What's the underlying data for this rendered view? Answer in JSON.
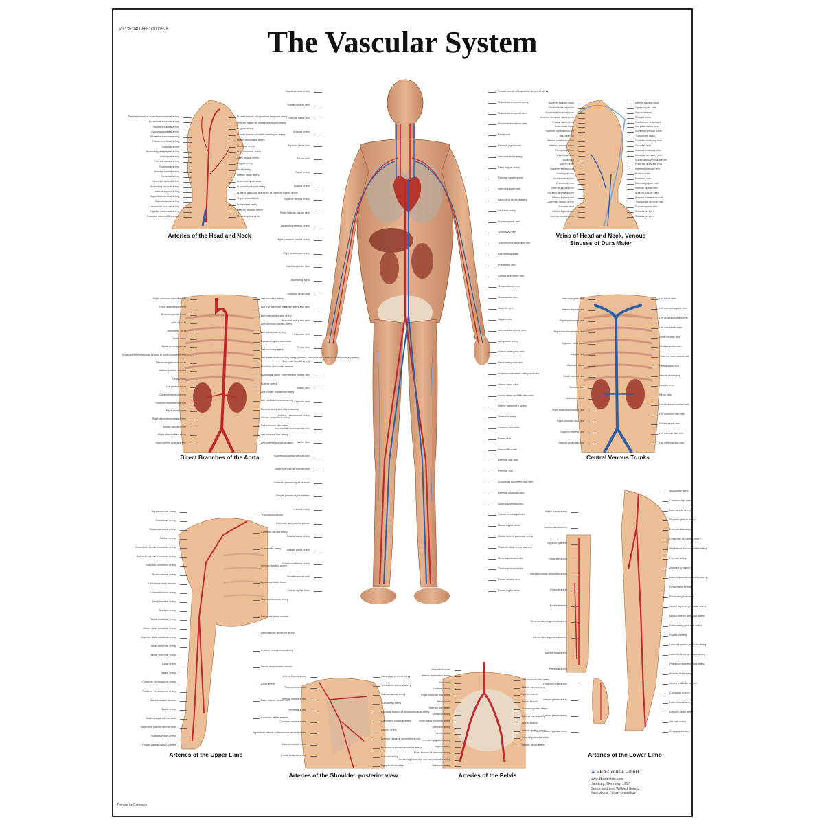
{
  "poster": {
    "code": "VR1353/4006681/1001528",
    "title": "The Vascular System",
    "printed": "Printed in Germany",
    "brand": "3B Scientific GmbH",
    "footer_lines": [
      "www.3bscientific.com",
      "Hamburg, Germany, 1997",
      "Design and text: Wilfried Hennig",
      "Illustrations: Holger Vanselow"
    ]
  },
  "panels": {
    "head_neck": {
      "caption": "Arteries of the Head and Neck",
      "labels_left": [
        "Parietal branch of superficial temporal artery",
        "Superficial temporal artery",
        "Middle temporal artery",
        "Zygomaticoorbital artery",
        "Posterior auricular artery",
        "Transverse facial artery",
        "Occipital artery",
        "Ascending pharyngeal artery",
        "Sublingual artery",
        "External carotid artery",
        "Submental artery",
        "Internal carotid artery",
        "Vertebral artery",
        "Common carotid artery",
        "Ascending cervical artery",
        "Inferior thyroid artery",
        "Superficial cervical artery",
        "Suprascapular artery",
        "Transverse cervical artery",
        "Highest intercostal artery",
        "Posterior intercostal arteries"
      ],
      "labels_right": [
        "Frontal branch of superficial temporal artery",
        "Parietal branch of middle meningeal artery",
        "Angular artery",
        "Frontal branch of middle meningeal artery",
        "Middle meningeal artery",
        "Maxillary artery",
        "Superior labial artery",
        "Deep lingual artery",
        "Lingual artery",
        "Facial artery",
        "Inferior labial artery",
        "Superior thyroid artery",
        "Superior laryngeal artery",
        "Anterior glandular branches of superior thyroid artery",
        "Thyrocervical trunk",
        "Subclavian artery",
        "Internal thoracic artery",
        "Mammary branches"
      ]
    },
    "veins_head": {
      "caption_lines": [
        "Veins of Head and Neck, Venous",
        "Sinuses of Dura Mater"
      ],
      "labels_left": [
        "Superior sagittal sinus",
        "Parietal emissary vein",
        "Superficial temporal vein",
        "Anterior temporal diploic vein",
        "Frontal diploic vein",
        "Cavernous sinus",
        "Superior ophthalmic vein",
        "Angular vein",
        "Inferior ophthalmic vein",
        "Inferior petrosal sinus",
        "Pterygoid plexus",
        "Deep facial vein",
        "Facial vein",
        "Vagus nerve",
        "Superior thyroid vein",
        "Sublingual vein",
        "Inferior labial vein",
        "Submental vein",
        "Internal jugular vein",
        "Superior laryngeal vein",
        "Inferior thyroid vein",
        "Common carotid artery",
        "Thoracic duct",
        "Inferior thyroid vein",
        "Internal thoracic vein"
      ],
      "labels_right": [
        "Inferior sagittal sinus",
        "Upper jugular bulb",
        "Sigmoid sinus",
        "Straight sinus",
        "Confluence of sinuses",
        "Occipital diploic vein",
        "Superior petrosal sinus",
        "Transverse sinus",
        "Occipital emissary vein",
        "Occipital vein",
        "Mastoid emissary vein",
        "Condylar emissary vein",
        "Suboccipital venous plexus",
        "Posterior auricular vein",
        "Retromandibular vein",
        "Pulvinar vein",
        "Posterior vein",
        "External jugular vein",
        "Internal jugular vein",
        "Anterior jugular vein",
        "Anterior scalene muscle",
        "Transverse cervical vein",
        "Suprascapular vein",
        "Subclavian vein",
        "Subclavian vein"
      ]
    },
    "aorta": {
      "caption": "Direct Branches of the Aorta",
      "labels_left": [
        "Right common carotid artery",
        "Right subclavian artery",
        "Brachiocephalic trunk",
        "Arch of aorta",
        "Ascending aorta",
        "Aortic valve",
        "Right coronary artery",
        "Posterior interventricular branch of right coronary artery",
        "Descending thoracic aorta",
        "Inferior phrenic arteries",
        "Celiac trunk",
        "Left gastric artery",
        "Common hepatic artery",
        "Superior mesenteric artery",
        "Right renal artery",
        "Right testicular/ovarian artery",
        "Middle sacral artery",
        "Right internal iliac artery",
        "Right inferior gluteal artery"
      ],
      "labels_right": [
        "Left vertebral artery",
        "Left thyrocervical trunk",
        "Left internal thoracic artery",
        "Left common carotid artery",
        "Left subclavian artery",
        "Descending thoracic aorta",
        "Left coronary artery",
        "Left anterior descending artery (anterior interventricular branch of left coronary artery)",
        "Posterior intercostal arteries",
        "Abdominal aorta",
        "Splenic artery",
        "Left middle suprarenal artery",
        "Left testicular/ovarian artery",
        "Second artery and iliac branches",
        "Inferior mesenteric artery",
        "Left common iliac artery",
        "Left external iliac artery",
        "Left internal pudendal artery"
      ]
    },
    "venous_trunks": {
      "caption": "Central Venous Trunks",
      "labels_left": [
        "Internal jugular vein",
        "Inferior thyroid vein",
        "Right subclavian vein",
        "Right brachiocephalic vein",
        "Superior vena cava",
        "Azygos vein",
        "Coronary sinus",
        "Small cardiac vein",
        "Thoracic duct",
        "Abdominal aorta",
        "Right testicular/ovarian vein",
        "Right common iliac vein",
        "Superior gluteal vein",
        "Internal pudendal vein"
      ],
      "labels_right": [
        "Left facial vein",
        "Left internal jugular vein",
        "Left brachiocephalic vein",
        "Left subclavian vein",
        "Great cardiac vein",
        "Middle cardiac vein",
        "Posterior intercostal veins",
        "Hemiazygos vein",
        "Inferior vena cava",
        "Hepatic vein",
        "Renal vein",
        "Left testicular/ovarian vein",
        "Left common iliac vein",
        "Middle sacral vein",
        "Left internal iliac vein",
        "Left external iliac vein"
      ]
    },
    "upper_limb": {
      "caption": "Arteries of the Upper Limb",
      "labels_left": [
        "Suprascapular artery",
        "Subclavian artery",
        "Thoracoacromial artery",
        "Axillary artery",
        "Posterior humeral circumflex artery",
        "Anterior humeral circumflex artery",
        "Scapular circumflex artery",
        "Thoracodorsal artery",
        "Latissimus dorsi muscle",
        "Lateral thoracic artery",
        "Deep brachial artery",
        "Brachial artery",
        "Radial collateral artery",
        "Inferior ulnar collateral artery",
        "Superior ulnar collateral artery",
        "Ulnar recurrent artery",
        "Radial recurrent artery",
        "Ulnar artery",
        "Radial artery",
        "Common interosseous artery",
        "Posterior interosseous artery",
        "Brachioradialis muscle",
        "Radial artery",
        "Dorsal carpal arterial arch",
        "Superficial palmar arterial arch",
        "Radialis indicis artery",
        "Proper palmar digital arteries"
      ],
      "labels_right": [
        "Thyrocervical trunk",
        "Common carotid artery",
        "Subclavian artery",
        "Internal thoracic artery",
        "Brachiocephalic trunk",
        "Superior thoracic artery",
        "Pectoralis minor muscle",
        "Interosseous recurrent artery",
        "Anterior interosseous artery",
        "Flexor carpi ulnaris muscle",
        "Ulnar artery",
        "Deep palmar arterial arch",
        "Common digital arteries"
      ]
    },
    "shoulder": {
      "caption": "Arteries of the Shoulder, posterior view",
      "labels_left": [
        "Inferior thyroid artery",
        "Thyrocervical trunk",
        "Internal carotid artery",
        "Vertebral artery",
        "Common carotid artery",
        "Superficial branch of transverse cervical artery",
        "Brachiocephalic trunk",
        "Dorsal scapular artery"
      ],
      "labels_right": [
        "Ascending cervical artery",
        "Transverse cervical artery",
        "Suprascapular artery",
        "Subclavian artery",
        "Acromial branch of thoracoacromial artery",
        "Circumflex scapular artery",
        "Axillary artery",
        "Anterior humeral circumflex artery",
        "Posterior humeral circumflex artery",
        "Brachial artery",
        "Deep brachial artery"
      ]
    },
    "pelvis": {
      "caption": "Arteries of the Pelvis",
      "labels_left": [
        "Abdominal aorta",
        "Inferior mesenteric artery",
        "Iliac trunk",
        "Lumbar branch",
        "Right common iliac artery",
        "Iliac branch",
        "Internal iliac artery",
        "Umbilical artery",
        "Deep iliac circumflex artery",
        "Obturator artery",
        "Uterine artery",
        "Inferior epigastric artery",
        "Vaginal artery",
        "Pubic branch of obturator artery",
        "Ascending branch of internal pudendal artery",
        "Obturator artery"
      ],
      "labels_right": [
        "Left common iliac artery",
        "Middle sacral artery",
        "Spinal branch",
        "Sacral branch",
        "Superior gluteal artery",
        "Lateral sacral artery",
        "Spinal branch",
        "Inferior gluteal artery",
        "Internal pudendal artery",
        "Inferior rectal artery"
      ]
    },
    "lower_limb": {
      "caption": "Arteries of the Lower Limb",
      "labels_left": [
        "Middle sacral artery",
        "Lateral sacral artery",
        "Inguinal ligament",
        "Obturator artery",
        "Medial femoral circumflex artery",
        "Femoral artery",
        "Popliteal artery",
        "Superior lateral genicular artery",
        "Inferior lateral genicular artery",
        "Anterior tibial artery",
        "Peroneal artery",
        "Posterior tibial artery",
        "Medial plantar artery",
        "Lateral plantar artery",
        "Proper plantar digital arteries"
      ],
      "labels_right": [
        "Abdominal aorta",
        "Common iliac artery",
        "Internal iliac artery",
        "Superior gluteal artery",
        "External iliac artery",
        "Deep iliac circumflex artery",
        "Superficial iliac circumflex artery",
        "Femoral artery",
        "Ascending branch",
        "Lateral femoral circumflex artery",
        "Descending branch",
        "Perforating branches",
        "Medial superior genicular artery",
        "Medial inferior genicular artery",
        "Descending genicular artery",
        "Popliteal artery",
        "Lateral superior genicular artery",
        "Lateral inferior genicular artery",
        "Posterior recurrent tibial artery",
        "Anterior tibial artery",
        "Medial malleolar branch",
        "Calcaneal branch",
        "Lateral tarsal artery",
        "Dorsalis pedis artery",
        "Arcuate artery",
        "Deep plantar arch"
      ]
    },
    "center": {
      "labels_left": [
        "Supratrochlear artery",
        "Supratrochlear vein",
        "External nasal vein",
        "Angular artery",
        "Superior labial vein",
        "Facial vein",
        "Facial artery",
        "Lingual artery",
        "Superior thyroid artery",
        "Right internal jugular vein",
        "Ascending cervical artery",
        "Right common carotid artery",
        "Right subclavian artery",
        "Brachiocephalic vein",
        "Ascending aorta",
        "Superior vena cava",
        "Axillary artery and vein",
        "Brachial artery and vein",
        "Cephalic vein",
        "Portal vein",
        "Common hepatic artery",
        "Intermediate cubital vein",
        "Basilic vein",
        "Cephalic vein",
        "Anterior interosseous artery",
        "Intermediate antebrachial vein",
        "Basilic vein",
        "Superficial palmar venous arch",
        "Superficial palmar arterial arch",
        "Common palmar digital arteries",
        "Proper palmar digital arteries",
        "Femoral artery",
        "Genicular and patellar plexus",
        "Lateral tarsal artery",
        "Dorsalis pedis artery",
        "Dorsal metatarsal artery",
        "Dorsal venous arch",
        "Dorsal digital veins"
      ],
      "labels_right": [
        "Frontal branch of superficial temporal artery",
        "Superficial temporal artery",
        "Superficial temporal vein",
        "Sternocleidomastoid vein",
        "Facial vein",
        "External jugular vein",
        "Internal carotid artery",
        "Deep lingual artery",
        "External carotid artery",
        "Internal jugular vein",
        "Ascending cervical artery",
        "Vertebral artery",
        "Suprascapular vein",
        "Subclavian vein",
        "Thyrocervical trunk and vein",
        "Descending aorta",
        "Pulmonary vein",
        "Axillary artery and vein",
        "Thoracodorsal vein",
        "Subscapular vein",
        "Cephalic vein",
        "Hepatic vein",
        "Intermediate cubital vein",
        "Left gastric artery",
        "Splenic artery and vein",
        "Renal artery and vein",
        "Superior mesenteric artery and vein",
        "Inferior vena cava",
        "Spinal artery and ilial branches",
        "Inferior mesenteric artery",
        "Testicular artery",
        "Common iliac vein",
        "Basilic vein",
        "Internal iliac vein",
        "External iliac vein",
        "Femoral vein",
        "Superficial circumflex iliac vein",
        "External pudendal vein",
        "Great saphenous vein",
        "Palmar metacarpal vein",
        "Dorsal digital veins",
        "Medial inferior genicular artery",
        "Posterior tibial artery and vein",
        "Great saphenous vein",
        "Great saphenous vein",
        "Dorsal venous arch",
        "Dorsal digital veins"
      ]
    }
  }
}
